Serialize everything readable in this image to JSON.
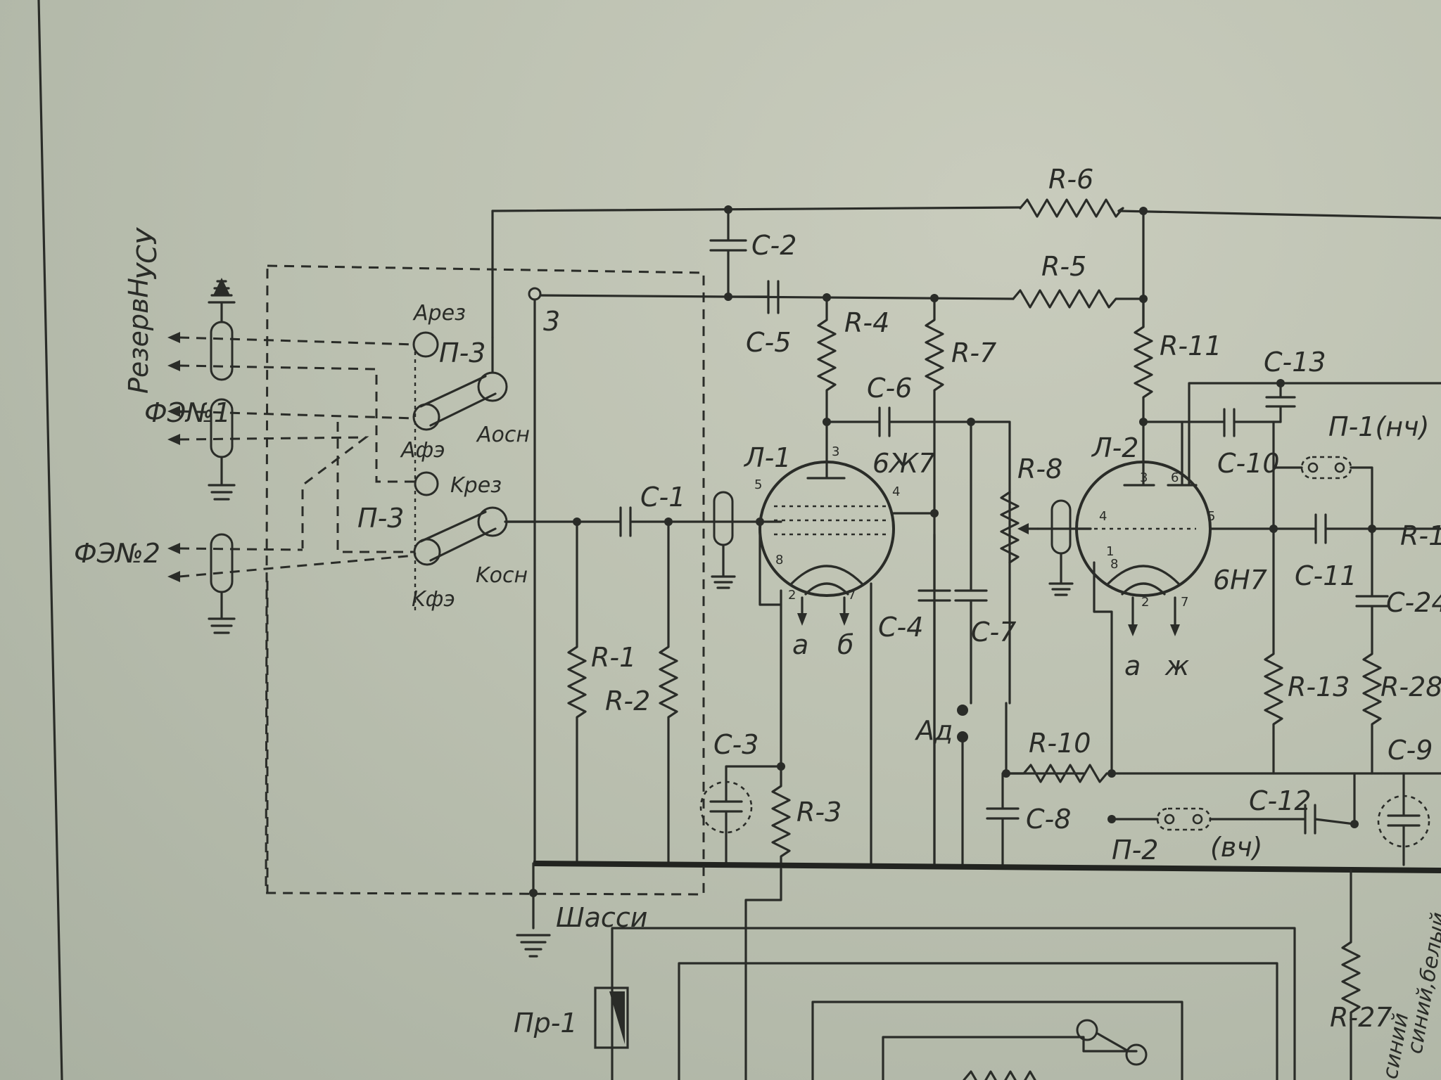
{
  "labels": {
    "r6": "R-6",
    "r5": "R-5",
    "r4": "R-4",
    "r7": "R-7",
    "r11": "R-11",
    "r8": "R-8",
    "r1": "R-1",
    "r2": "R-2",
    "r3": "R-3",
    "r10": "R-10",
    "r13": "R-13",
    "r28": "R-28",
    "r27": "R-27",
    "r15": "R-1",
    "c2": "C-2",
    "c5": "C-5",
    "c6": "C-6",
    "c1": "C-1",
    "c4": "C-4",
    "c7": "C-7",
    "c8": "C-8",
    "c3": "C-3",
    "c13": "C-13",
    "c10": "C-10",
    "c11": "C-11",
    "c24": "C-24",
    "c9": "C-9",
    "c12": "C-12",
    "l1": "Л-1",
    "l2": "Л-2",
    "tube1": "6Ж7",
    "tube2": "6Н7",
    "p1": "П-1(нч)",
    "p2": "П-2",
    "p2sub": "(вч)",
    "p3a": "П-3",
    "p3b": "П-3",
    "pr1": "Пр-1",
    "ad": "Ад",
    "chassis": "Шасси",
    "node3": "3",
    "usu": "УСУ",
    "rezervn": "РезервН",
    "fe1": "ФЭ№1",
    "fe2": "ФЭ№2",
    "arez": "Aрез",
    "aosn": "Aосн",
    "afe": "Aфэ",
    "krez": "Kрез",
    "kosn": "Kосн",
    "kfe": "Kфэ",
    "fil_a1": "a",
    "fil_b1": "б",
    "fil_a2": "a",
    "fil_zh2": "ж",
    "wire_colors": "синий,белый",
    "wire_colors2": "синий"
  },
  "pins": {
    "l1": [
      "3",
      "5",
      "4",
      "8",
      "2",
      "7"
    ],
    "l2": [
      "3",
      "6",
      "4",
      "5",
      "1",
      "8",
      "2",
      "7"
    ]
  }
}
